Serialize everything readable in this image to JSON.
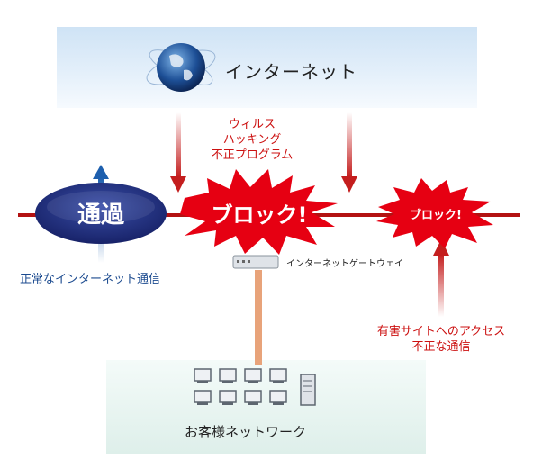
{
  "internet": {
    "label": "インターネット",
    "icon": "globe-icon"
  },
  "threats_top": [
    "ウィルス",
    "ハッキング",
    "不正プログラム"
  ],
  "pass": {
    "label": "通過",
    "caption": "正常なインターネット通信"
  },
  "block_1": {
    "label": "ブロック!"
  },
  "block_2": {
    "label": "ブロック!"
  },
  "gateway": {
    "label": "インターネットゲートウェイ",
    "icon": "gateway-device-icon"
  },
  "threats_right": [
    "有害サイトへのアクセス",
    "不正な通信"
  ],
  "network": {
    "label": "お客様ネットワーク",
    "icons": [
      "computer-icon",
      "server-icon"
    ]
  },
  "colors": {
    "line_red": "#b31212",
    "burst_red": "#e60012",
    "pass_navy": "#1c2a78",
    "arrow_blue": "#2c6fb5",
    "arrow_red": "#c41e1e",
    "cable": "#e8a37a"
  }
}
